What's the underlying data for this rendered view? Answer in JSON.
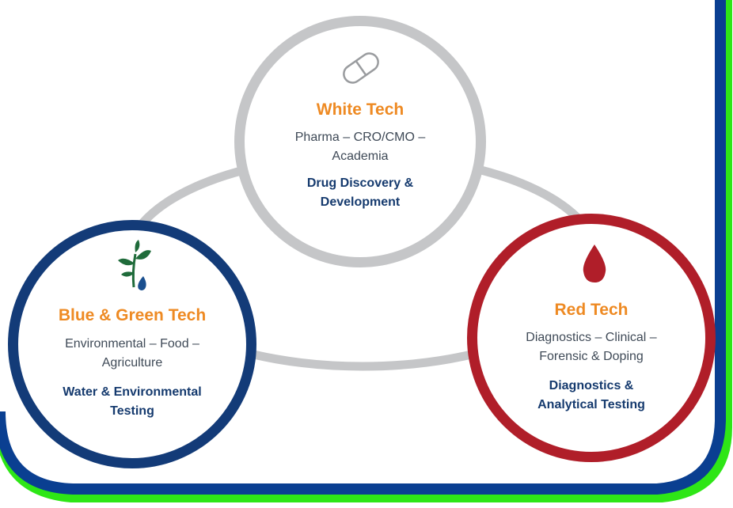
{
  "colors": {
    "ring_gray": "#c5c6c8",
    "blue_ring": "#133b78",
    "red_ring": "#b01e29",
    "title_orange": "#ee8a23",
    "focus_navy": "#153a6e",
    "outer_border_blue": "#0a3f91",
    "outer_border_green": "#2ee616"
  },
  "nodes": {
    "white": {
      "title": "White Tech",
      "sectors_line1": "Pharma – CRO/CMO –",
      "sectors_line2": "Academia",
      "focus_line1": "Drug Discovery &",
      "focus_line2": "Development",
      "icon": "pill-capsule-icon"
    },
    "blue_green": {
      "title": "Blue & Green Tech",
      "sectors_line1": "Environmental – Food –",
      "sectors_line2": "Agriculture",
      "focus_line1": "Water & Environmental",
      "focus_line2": "Testing",
      "icon": "plant-droplet-icon"
    },
    "red": {
      "title": "Red Tech",
      "sectors_line1": "Diagnostics – Clinical –",
      "sectors_line2": "Forensic & Doping",
      "focus_line1": "Diagnostics &",
      "focus_line2": "Analytical Testing",
      "icon": "blood-drop-icon"
    }
  }
}
